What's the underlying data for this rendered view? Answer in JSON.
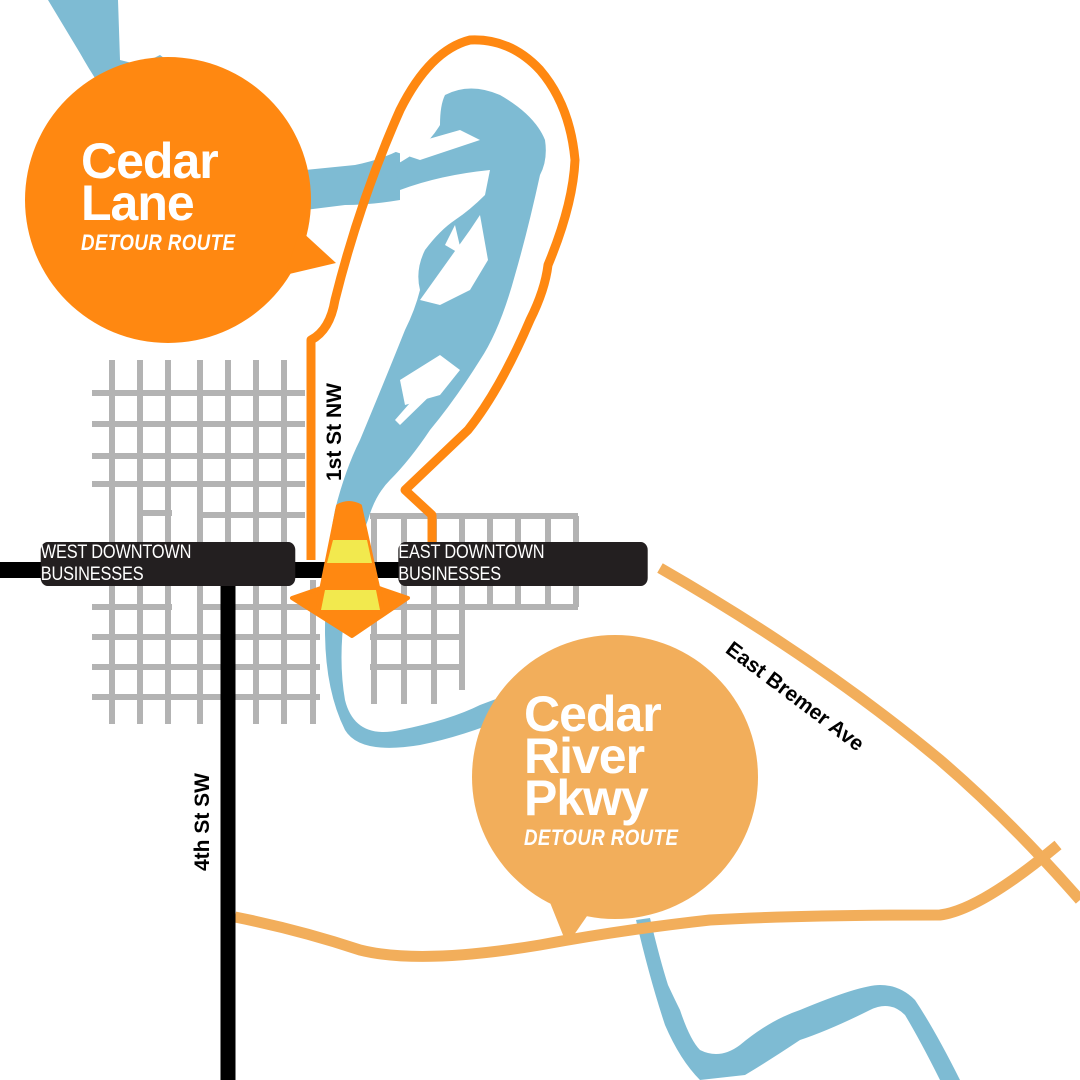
{
  "colors": {
    "river": "#7ebbd3",
    "detour_primary": "#ff8811",
    "detour_secondary": "#f2ae5b",
    "grid": "#b3b3b3",
    "road": "#000000",
    "label_bg": "#231f20",
    "cone_orange": "#ff8811",
    "cone_stripe": "#f2e94e"
  },
  "bubbles": [
    {
      "id": "cedar-lane",
      "title_lines": [
        "Cedar",
        "Lane"
      ],
      "subtitle": "DETOUR ROUTE",
      "color": "#ff8811"
    },
    {
      "id": "cedar-river-pkwy",
      "title_lines": [
        "Cedar",
        "River",
        "Pkwy"
      ],
      "subtitle": "DETOUR ROUTE",
      "color": "#f2ae5b"
    }
  ],
  "business_labels": {
    "west": "WEST DOWNTOWN BUSINESSES",
    "east": "EAST DOWNTOWN BUSINESSES"
  },
  "streets": {
    "first_st": "1st St NW",
    "fourth_st": "4th St SW",
    "east_bremer": "East Bremer Ave"
  },
  "icons": {
    "closure": "traffic-cone"
  }
}
